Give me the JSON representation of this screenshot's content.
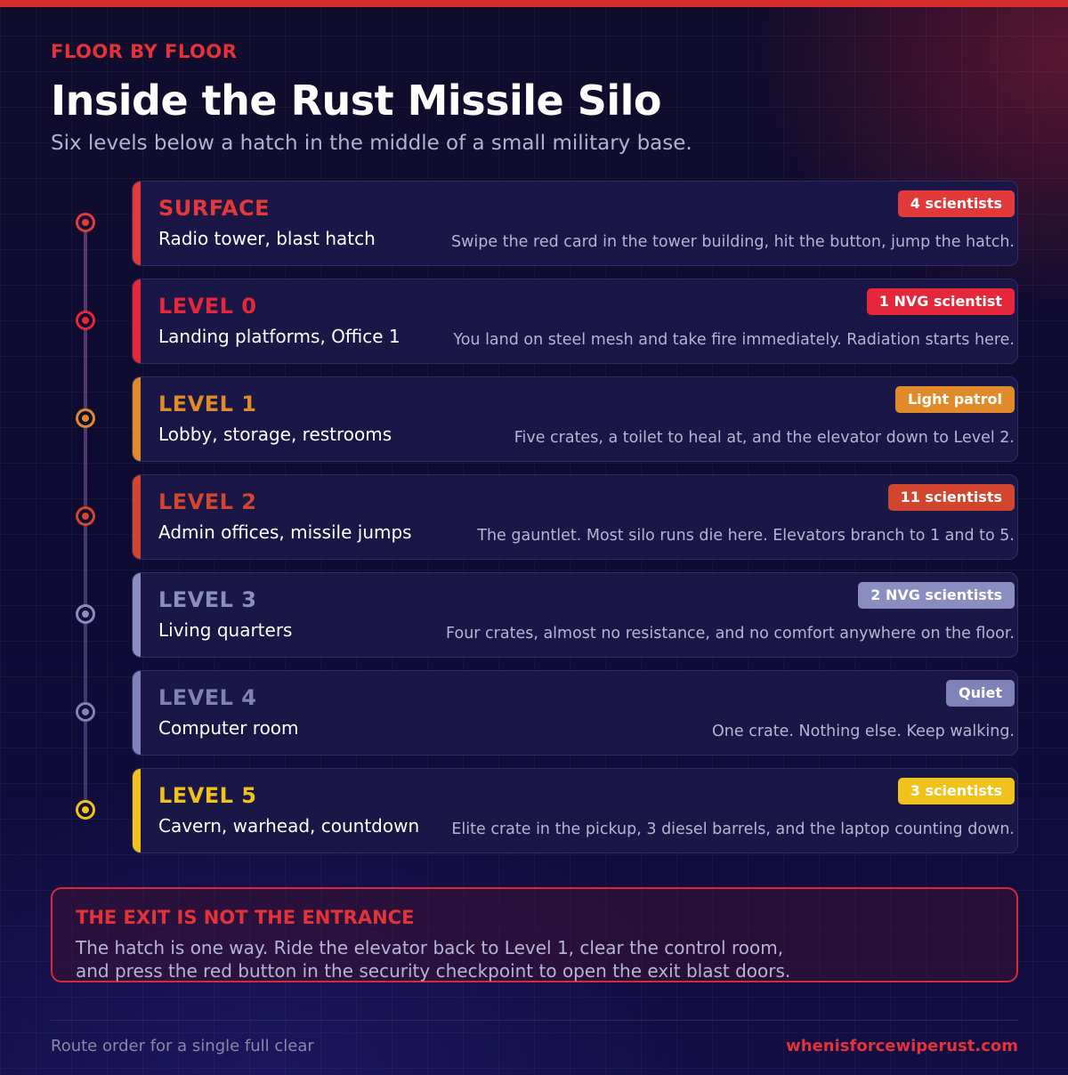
{
  "header": {
    "kicker": "FLOOR BY FLOOR",
    "title": "Inside the Rust Missile Silo",
    "subtitle": "Six levels below a hatch in the middle of a small military base."
  },
  "levels": [
    {
      "name": "SURFACE",
      "subtitle": "Radio tower, blast hatch",
      "badge": "4 scientists",
      "description": "Swipe the red card in the tower building, hit the button, jump the hatch.",
      "color": "#e23a3a"
    },
    {
      "name": "LEVEL 0",
      "subtitle": "Landing platforms, Office 1",
      "badge": "1 NVG scientist",
      "description": "You land on steel mesh and take fire immediately. Radiation starts here.",
      "color": "#e4283a"
    },
    {
      "name": "LEVEL 1",
      "subtitle": "Lobby, storage, restrooms",
      "badge": "Light patrol",
      "description": "Five crates, a toilet to heal at, and the elevator down to Level 2.",
      "color": "#e08a2c"
    },
    {
      "name": "LEVEL 2",
      "subtitle": "Admin offices, missile jumps",
      "badge": "11 scientists",
      "description": "The gauntlet. Most silo runs die here. Elevators branch to 1 and to 5.",
      "color": "#d2452e"
    },
    {
      "name": "LEVEL 3",
      "subtitle": "Living quarters",
      "badge": "2 NVG scientists",
      "description": "Four crates, almost no resistance, and no comfort anywhere on the floor.",
      "color": "#8a8dc0"
    },
    {
      "name": "LEVEL 4",
      "subtitle": "Computer room",
      "badge": "Quiet",
      "description": "One crate. Nothing else. Keep walking.",
      "color": "#7f82b6"
    },
    {
      "name": "LEVEL 5",
      "subtitle": "Cavern, warhead, countdown",
      "badge": "3 scientists",
      "description": "Elite crate in the pickup, 3 diesel barrels, and the laptop counting down.",
      "color": "#f2c21c"
    }
  ],
  "exit_note": {
    "heading": "THE EXIT IS NOT THE ENTRANCE",
    "line1": "The hatch is one way. Ride the elevator back to Level 1, clear the control room,",
    "line2": "and press the red button in the security checkpoint to open the exit blast doors."
  },
  "footer": {
    "left": "Route order for a single full clear",
    "right": "whenisforcewiperust.com"
  }
}
